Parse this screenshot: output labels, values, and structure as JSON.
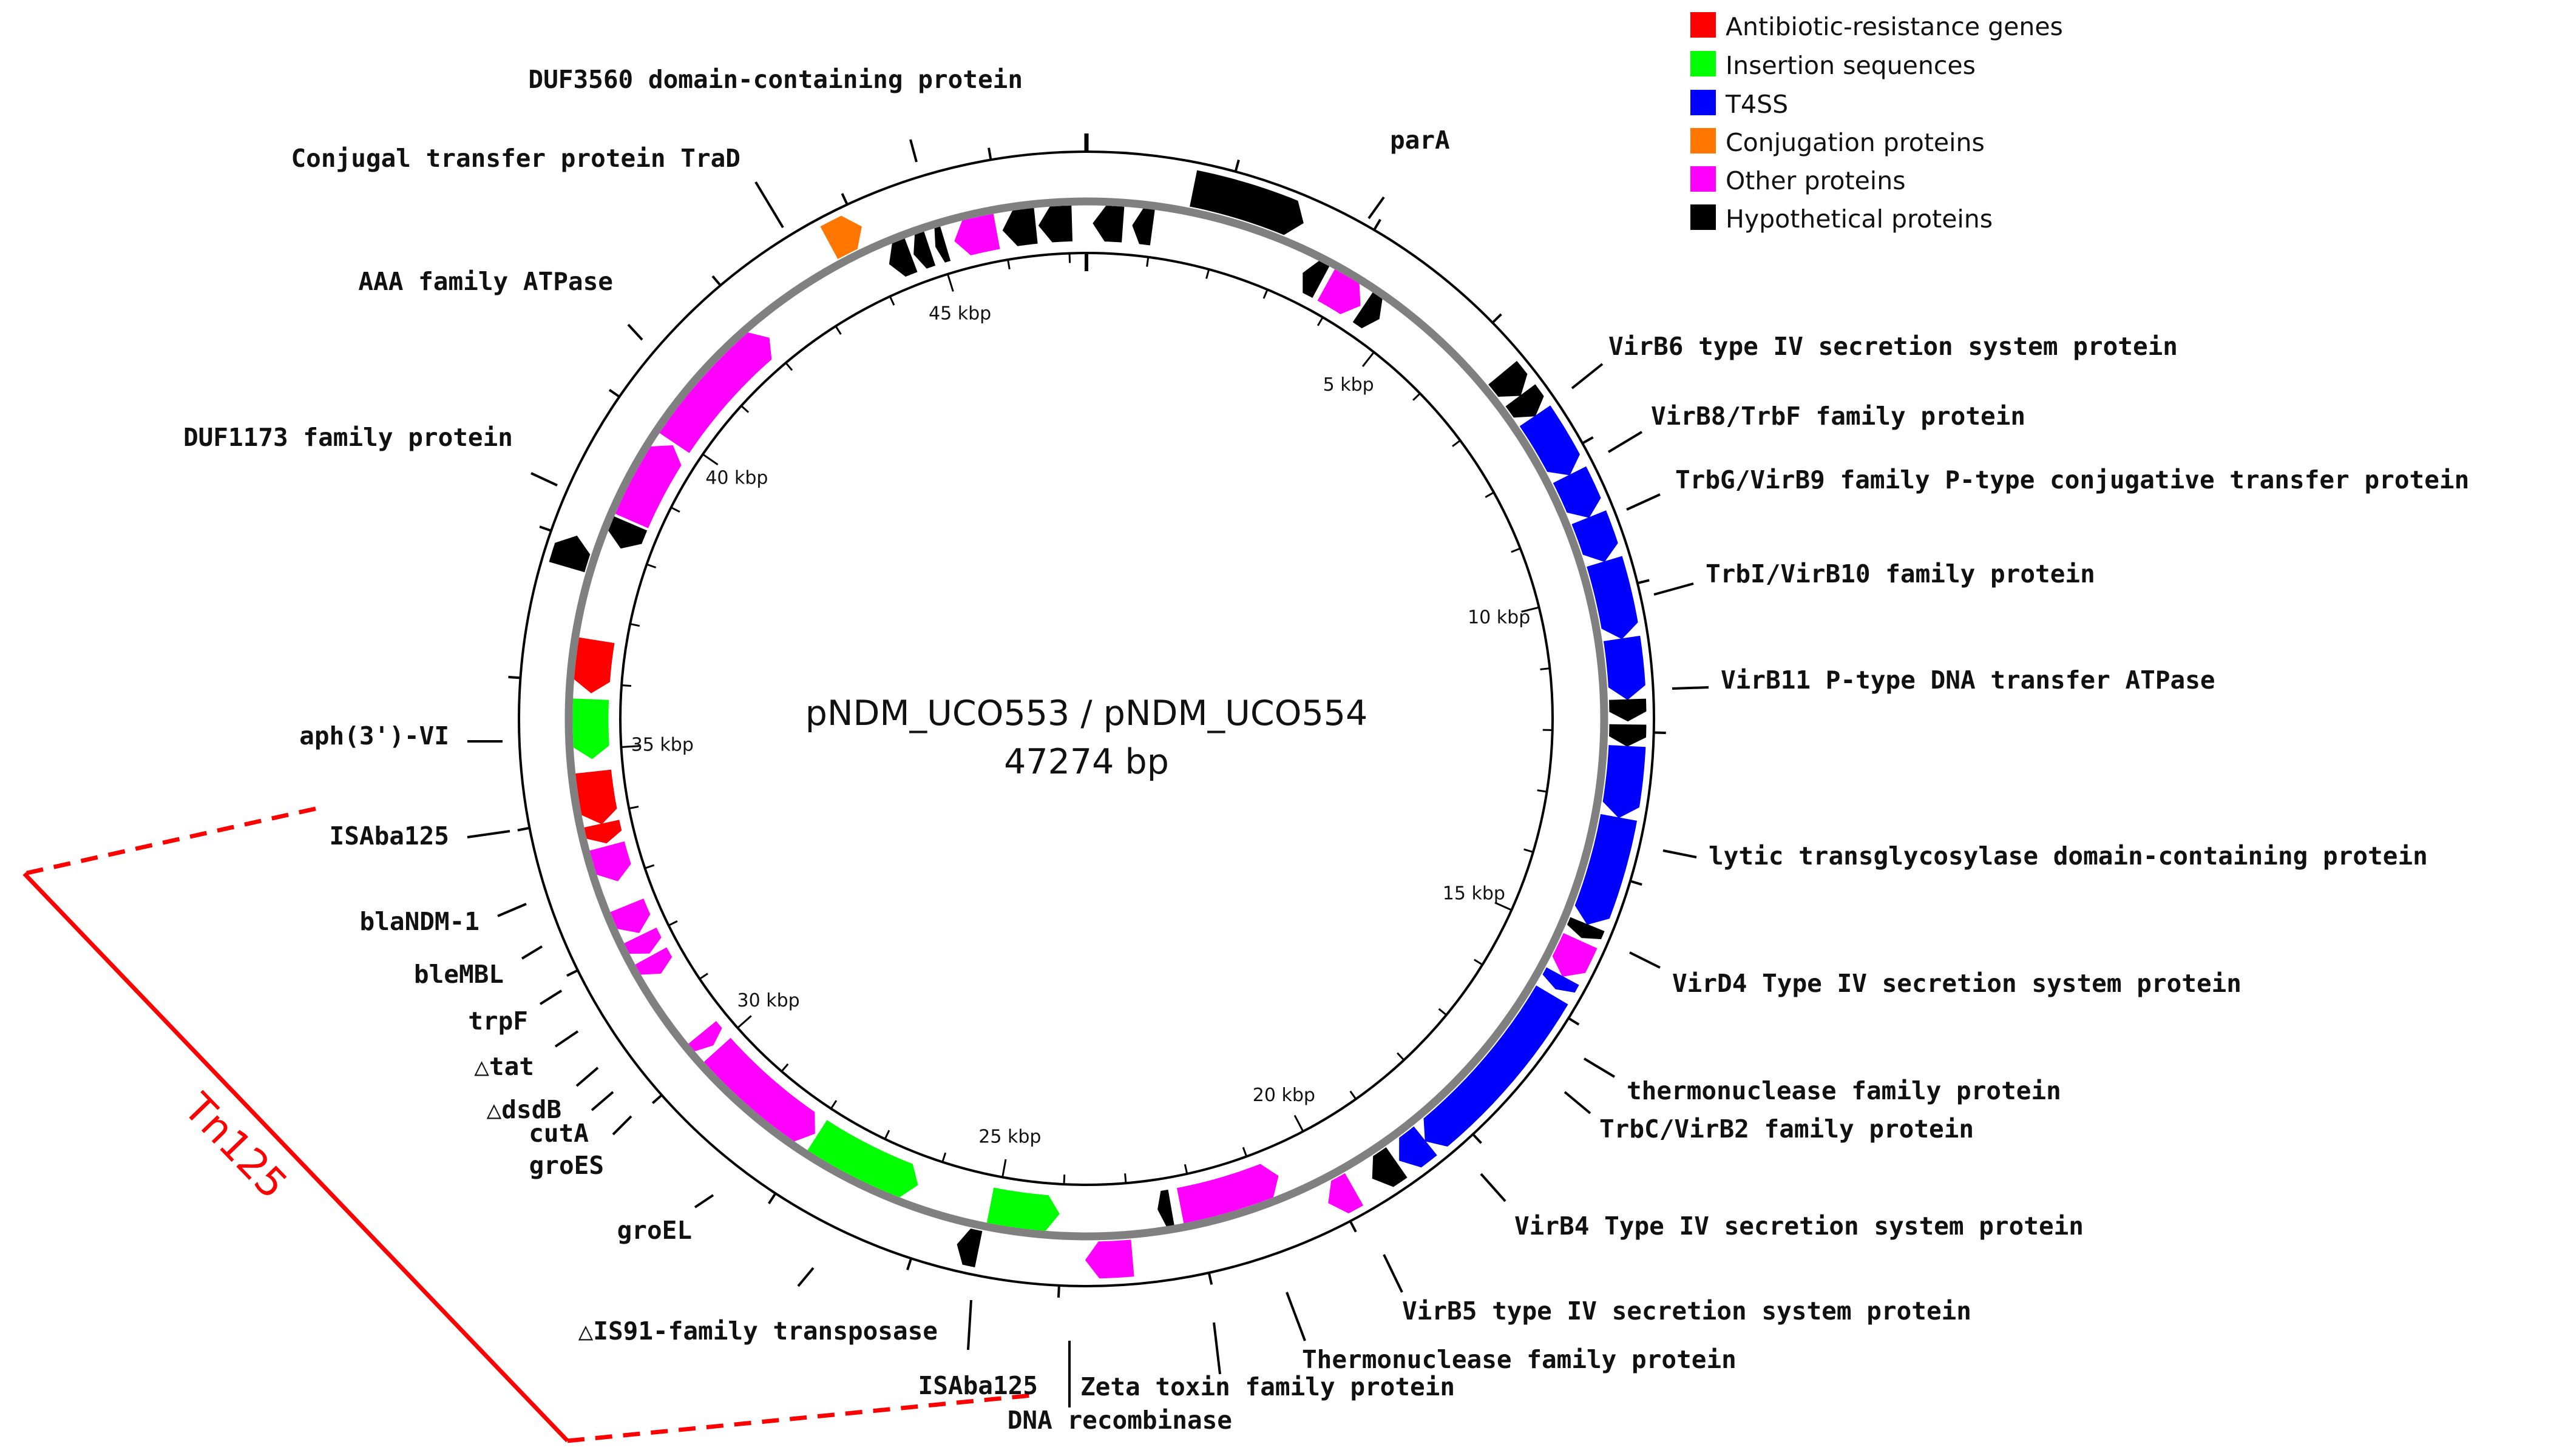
{
  "plasmid": {
    "name": "pNDM_UCO553 / pNDM_UCO554",
    "length": "47274 bp"
  },
  "legend": [
    {
      "label": "Antibiotic-resistance genes",
      "color": "#ff0000"
    },
    {
      "label": "Insertion sequences",
      "color": "#00ff00"
    },
    {
      "label": "T4SS",
      "color": "#0000ff"
    },
    {
      "label": "Conjugation proteins",
      "color": "#ff7700"
    },
    {
      "label": "Other proteins",
      "color": "#ff00ff"
    },
    {
      "label": "Hypothetical proteins",
      "color": "#000000"
    }
  ],
  "colors": {
    "resistance": "#ff0000",
    "insertion": "#00ff00",
    "t4ss": "#0000ff",
    "conjugation": "#ff7700",
    "other": "#ff00ff",
    "hypothetical": "#000000",
    "backbone": "#808080",
    "tn_bracket": "#ff0000"
  },
  "kbp_marks": [
    {
      "label": "5 kbp",
      "kbp": 5
    },
    {
      "label": "10 kbp",
      "kbp": 10
    },
    {
      "label": "15 kbp",
      "kbp": 15
    },
    {
      "label": "20 kbp",
      "kbp": 20
    },
    {
      "label": "25 kbp",
      "kbp": 25
    },
    {
      "label": "30 kbp",
      "kbp": 30
    },
    {
      "label": "35 kbp",
      "kbp": 35
    },
    {
      "label": "40 kbp",
      "kbp": 40
    },
    {
      "label": "45 kbp",
      "kbp": 45
    }
  ],
  "gene_labels": [
    {
      "text": "DUF3560 domain-containing protein"
    },
    {
      "text": "Conjugal transfer protein TraD"
    },
    {
      "text": "AAA family ATPase"
    },
    {
      "text": "DUF1173 family protein"
    },
    {
      "text": "aph(3')-VI"
    },
    {
      "text": "ISAba125"
    },
    {
      "text": "blaNDM-1"
    },
    {
      "text": "bleMBL"
    },
    {
      "text": "trpF"
    },
    {
      "text": "△tat"
    },
    {
      "text": "△dsdB"
    },
    {
      "text": "cutA"
    },
    {
      "text": "groES"
    },
    {
      "text": "groEL"
    },
    {
      "text": "△IS91-family transposase"
    },
    {
      "text": "ISAba125"
    },
    {
      "text": "DNA recombinase"
    },
    {
      "text": "Zeta toxin family protein"
    },
    {
      "text": "Thermonuclease family protein"
    },
    {
      "text": "VirB5 type IV secretion system protein"
    },
    {
      "text": "VirB4 Type IV secretion system protein"
    },
    {
      "text": "TrbC/VirB2 family protein"
    },
    {
      "text": "thermonuclease family protein"
    },
    {
      "text": "VirD4 Type IV secretion system protein"
    },
    {
      "text": "lytic transglycosylase domain-containing protein"
    },
    {
      "text": "VirB11 P-type DNA transfer ATPase"
    },
    {
      "text": "TrbI/VirB10 family protein"
    },
    {
      "text": "TrbG/VirB9 family P-type conjugative transfer protein"
    },
    {
      "text": "VirB8/TrbF family protein"
    },
    {
      "text": "VirB6 type IV secretion system protein"
    },
    {
      "text": "parA"
    }
  ],
  "tn_label": "Tn125",
  "genes": [
    {
      "ring": "outer",
      "start": 1.5,
      "end": 3.1,
      "type": "hypothetical",
      "strand": 1
    },
    {
      "ring": "outer",
      "start": 6.6,
      "end": 7.0,
      "type": "hypothetical",
      "strand": 1
    },
    {
      "ring": "outer",
      "start": 7.0,
      "end": 7.35,
      "type": "hypothetical",
      "strand": 1
    },
    {
      "ring": "outer",
      "start": 7.35,
      "end": 8.3,
      "type": "t4ss",
      "strand": 1
    },
    {
      "ring": "outer",
      "start": 8.3,
      "end": 8.95,
      "type": "t4ss",
      "strand": 1
    },
    {
      "ring": "outer",
      "start": 8.95,
      "end": 9.6,
      "type": "t4ss",
      "strand": 1
    },
    {
      "ring": "outer",
      "start": 9.6,
      "end": 10.7,
      "type": "t4ss",
      "strand": 1
    },
    {
      "ring": "outer",
      "start": 10.7,
      "end": 11.55,
      "type": "t4ss",
      "strand": 1
    },
    {
      "ring": "outer",
      "start": 11.55,
      "end": 11.85,
      "type": "hypothetical",
      "strand": 1
    },
    {
      "ring": "outer",
      "start": 11.9,
      "end": 12.2,
      "type": "hypothetical",
      "strand": 1
    },
    {
      "ring": "outer",
      "start": 12.2,
      "end": 13.2,
      "type": "t4ss",
      "strand": 1
    },
    {
      "ring": "outer",
      "start": 13.2,
      "end": 14.75,
      "type": "t4ss",
      "strand": 1
    },
    {
      "ring": "outer",
      "start": 14.75,
      "end": 14.95,
      "type": "hypothetical",
      "strand": 1
    },
    {
      "ring": "outer",
      "start": 15.0,
      "end": 15.55,
      "type": "other",
      "strand": 1
    },
    {
      "ring": "outer",
      "start": 15.55,
      "end": 15.75,
      "type": "t4ss",
      "strand": 1
    },
    {
      "ring": "outer",
      "start": 15.85,
      "end": 18.55,
      "type": "t4ss",
      "strand": 1
    },
    {
      "ring": "outer",
      "start": 18.55,
      "end": 19.0,
      "type": "t4ss",
      "strand": 1
    },
    {
      "ring": "outer",
      "start": 19.05,
      "end": 19.45,
      "type": "hypothetical",
      "strand": 1
    },
    {
      "ring": "outer",
      "start": 19.75,
      "end": 20.15,
      "type": "other",
      "strand": 1
    },
    {
      "ring": "inner",
      "start": 20.65,
      "end": 22.2,
      "type": "other",
      "strand": -1
    },
    {
      "ring": "inner",
      "start": 22.35,
      "end": 22.55,
      "type": "hypothetical",
      "strand": 1
    },
    {
      "ring": "outer",
      "start": 23.0,
      "end": 23.65,
      "type": "other",
      "strand": 1
    },
    {
      "ring": "inner",
      "start": 24.05,
      "end": 25.1,
      "type": "insertion",
      "strand": -1
    },
    {
      "ring": "outer",
      "start": 25.15,
      "end": 25.45,
      "type": "hypothetical",
      "strand": 1
    },
    {
      "ring": "inner",
      "start": 26.25,
      "end": 27.95,
      "type": "insertion",
      "strand": -1
    },
    {
      "ring": "inner",
      "start": 28.0,
      "end": 29.95,
      "type": "other",
      "strand": -1
    },
    {
      "ring": "inner",
      "start": 30.05,
      "end": 30.3,
      "type": "other",
      "strand": -1
    },
    {
      "ring": "inner",
      "start": 31.4,
      "end": 31.7,
      "type": "other",
      "strand": -1
    },
    {
      "ring": "inner",
      "start": 31.75,
      "end": 32.05,
      "type": "other",
      "strand": -1
    },
    {
      "ring": "inner",
      "start": 32.1,
      "end": 32.55,
      "type": "other",
      "strand": -1
    },
    {
      "ring": "inner",
      "start": 32.95,
      "end": 33.5,
      "type": "other",
      "strand": -1
    },
    {
      "ring": "inner",
      "start": 33.55,
      "end": 33.85,
      "type": "resistance",
      "strand": -1
    },
    {
      "ring": "inner",
      "start": 33.85,
      "end": 34.65,
      "type": "resistance",
      "strand": -1
    },
    {
      "ring": "inner",
      "start": 34.85,
      "end": 35.75,
      "type": "insertion",
      "strand": -1
    },
    {
      "ring": "inner",
      "start": 35.85,
      "end": 36.65,
      "type": "resistance",
      "strand": -1
    },
    {
      "ring": "outer",
      "start": 37.6,
      "end": 38.05,
      "type": "hypothetical",
      "strand": 1
    },
    {
      "ring": "inner",
      "start": 38.1,
      "end": 38.5,
      "type": "hypothetical",
      "strand": -1
    },
    {
      "ring": "inner",
      "start": 38.55,
      "end": 39.85,
      "type": "other",
      "strand": 1
    },
    {
      "ring": "inner",
      "start": 39.9,
      "end": 42.05,
      "type": "other",
      "strand": 1
    },
    {
      "ring": "outer",
      "start": 43.55,
      "end": 44.05,
      "type": "conjugation",
      "strand": 1
    },
    {
      "ring": "inner",
      "start": 44.2,
      "end": 44.55,
      "type": "hypothetical",
      "strand": -1
    },
    {
      "ring": "inner",
      "start": 44.6,
      "end": 44.85,
      "type": "hypothetical",
      "strand": -1
    },
    {
      "ring": "inner",
      "start": 44.95,
      "end": 45.1,
      "type": "hypothetical",
      "strand": -1
    },
    {
      "ring": "inner",
      "start": 45.25,
      "end": 45.9,
      "type": "other",
      "strand": -1
    },
    {
      "ring": "inner",
      "start": 46.0,
      "end": 46.5,
      "type": "hypothetical",
      "strand": -1
    },
    {
      "ring": "inner",
      "start": 46.55,
      "end": 47.05,
      "type": "hypothetical",
      "strand": -1
    },
    {
      "ring": "inner",
      "start": 0.1,
      "end": 0.55,
      "type": "hypothetical",
      "strand": -1
    },
    {
      "ring": "inner",
      "start": 0.7,
      "end": 1.0,
      "type": "hypothetical",
      "strand": -1
    },
    {
      "ring": "inner",
      "start": 3.4,
      "end": 3.7,
      "type": "hypothetical",
      "strand": -1
    },
    {
      "ring": "inner",
      "start": 3.8,
      "end": 4.4,
      "type": "other",
      "strand": 1
    },
    {
      "ring": "inner",
      "start": 4.45,
      "end": 4.75,
      "type": "hypothetical",
      "strand": 1
    }
  ]
}
